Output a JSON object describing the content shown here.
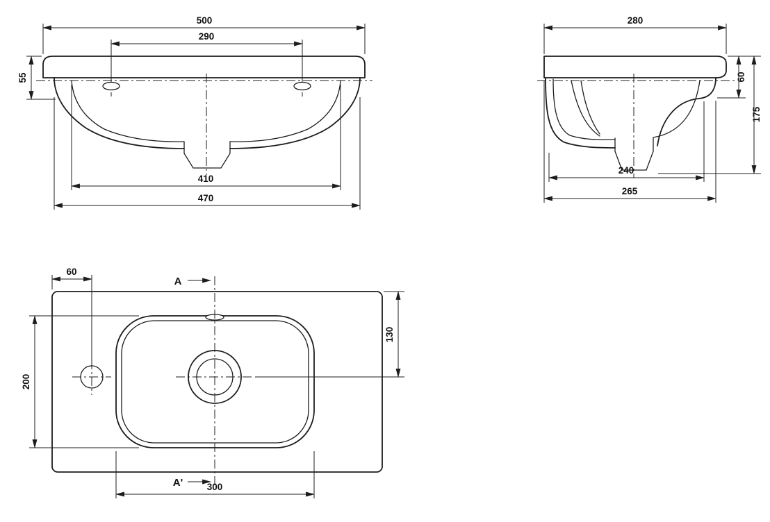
{
  "drawing": {
    "background": "#ffffff",
    "line_color": "#1c1c1c",
    "subject": "washbasin-technical-drawing",
    "views": {
      "front": {
        "name": "front-elevation",
        "dims": {
          "overall_width": "500",
          "tap_hole_spacing": "290",
          "rim_edge_height": "55",
          "bowl_opening_width": "410",
          "body_width": "470"
        }
      },
      "side": {
        "name": "side-section",
        "dims": {
          "overall_depth": "280",
          "front_edge_height": "60",
          "overall_height": "175",
          "bowl_depth": "240",
          "body_depth": "265"
        }
      },
      "plan": {
        "name": "plan-view",
        "dims": {
          "tap_hole_offset": "60",
          "drain_center_offset": "130",
          "bowl_opening_depth": "200",
          "bowl_opening_width": "300"
        },
        "section_marker_top": "A",
        "section_marker_bottom": "A'"
      }
    }
  }
}
